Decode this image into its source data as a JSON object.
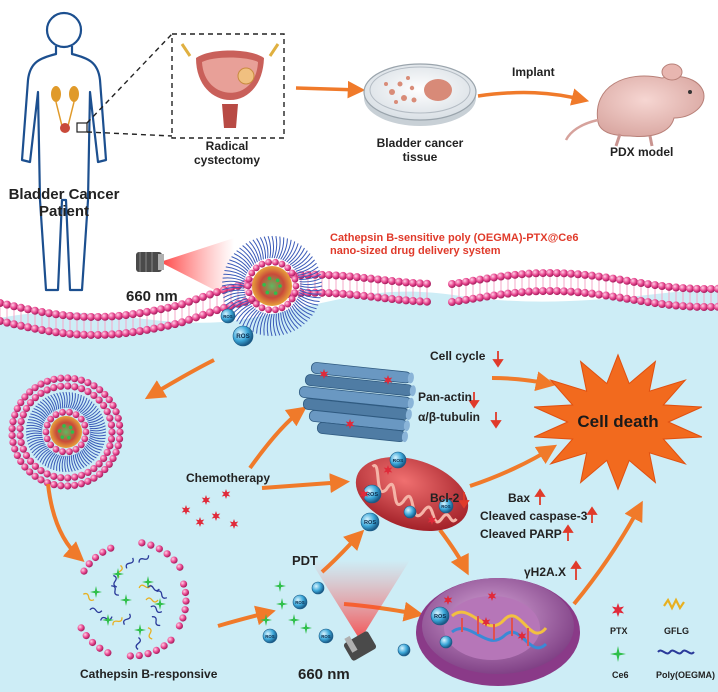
{
  "top": {
    "patient_label_line1": "Bladder Cancer",
    "patient_label_line2": "Patient",
    "cystectomy_line1": "Radical",
    "cystectomy_line2": "cystectomy",
    "tissue_line1": "Bladder cancer",
    "tissue_line2": "tissue",
    "implant": "Implant",
    "pdx": "PDX model"
  },
  "system": {
    "title_line1": "Cathepsin B-sensitive poly (OEGMA)-PTX@Ce6",
    "title_line2": "nano-sized drug delivery system",
    "laser_top": "660 nm",
    "laser_bottom": "660 nm",
    "ros": "ROS"
  },
  "pathway": {
    "chemotherapy": "Chemotherapy",
    "pdt": "PDT",
    "cathepsin": "Cathepsin B-responsive",
    "cell_cycle": "Cell cycle",
    "pan_actin": "Pan-actin",
    "tubulin": "α/β-tubulin",
    "bcl2": "Bcl-2",
    "bax": "Bax",
    "caspase": "Cleaved caspase-3",
    "parp": "Cleaved PARP",
    "h2ax": "γH2A.X",
    "cell_death": "Cell death"
  },
  "legend": {
    "ptx": "PTX",
    "gflg": "GFLG",
    "ce6": "Ce6",
    "poly": "Poly(OEGMA)"
  },
  "colors": {
    "membrane": "#e8468f",
    "cytoplasm": "#cfeef7",
    "arrow": "#f07a2a",
    "tubule": "#5b87ad",
    "mito": "#c9323a",
    "nucleus": "#9a5a9c",
    "star": "#f26a1e",
    "ptx": "#e02a3a",
    "ce6": "#2fbf4a"
  }
}
